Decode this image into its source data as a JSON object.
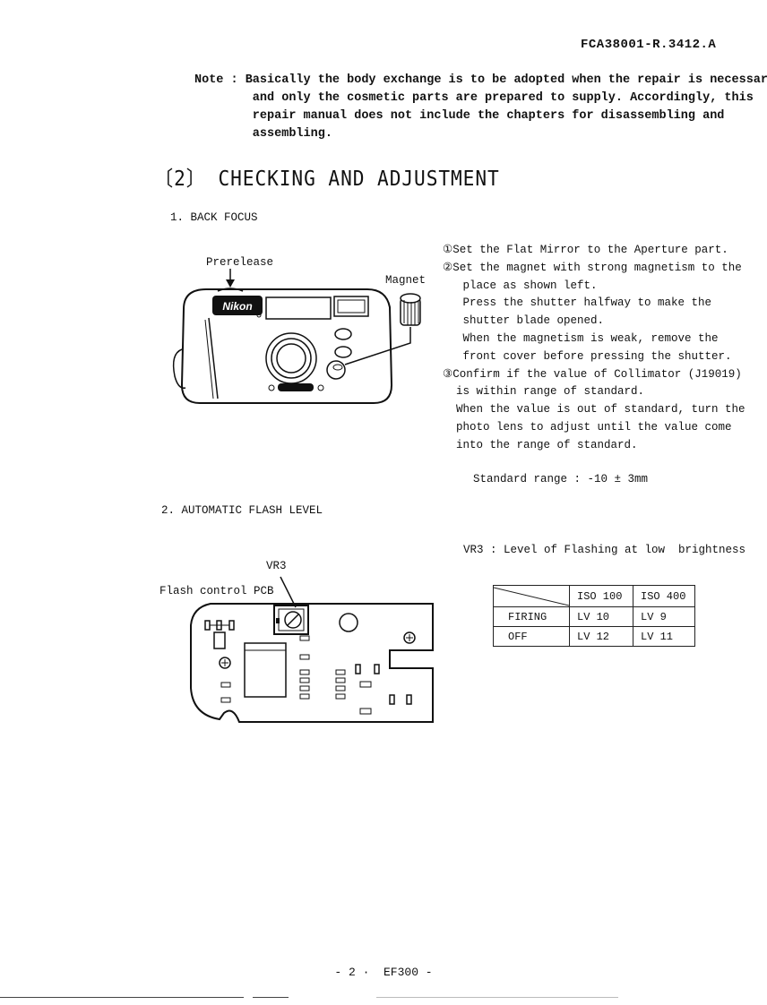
{
  "doc_id": "FCA38001-R.3412.A",
  "note": [
    "Note : Basically the body exchange is to be adopted when the repair is necessary,",
    "        and only the cosmetic parts are prepared to supply. Accordingly, this",
    "        repair manual does not include the chapters for disassembling and",
    "        assembling."
  ],
  "section_title": "〔2〕 CHECKING AND ADJUSTMENT",
  "back_focus": {
    "heading": "1. BACK FOCUS",
    "label_prerelease": "Prerelease",
    "label_magnet": "Magnet",
    "brand_logo": "Nikon",
    "steps": [
      "①Set the Flat Mirror to the Aperture part.",
      "②Set the magnet with strong magnetism to the",
      "   place as shown left.",
      "   Press the shutter halfway to make the",
      "   shutter blade opened.",
      "   When the magnetism is weak, remove the",
      "   front cover before pressing the shutter.",
      "③Confirm if the value of Collimator (J19019)",
      "  is within range of standard.",
      "  When the value is out of standard, turn the",
      "  photo lens to adjust until the value come",
      "  into the range of standard."
    ],
    "standard_range": "Standard range : -10 ± 3mm"
  },
  "flash": {
    "heading": "2. AUTOMATIC FLASH LEVEL",
    "label_vr3": "VR3",
    "label_pcb": "Flash control PCB",
    "caption": "VR3 : Level of Flashing at low  brightness",
    "table": {
      "headers": [
        "",
        "ISO 100",
        "ISO 400"
      ],
      "rows": [
        [
          "FIRING",
          "LV 10",
          "LV 9"
        ],
        [
          "OFF",
          "LV 12",
          "LV 11"
        ]
      ]
    }
  },
  "footer": "- 2 ·  EF300 -"
}
